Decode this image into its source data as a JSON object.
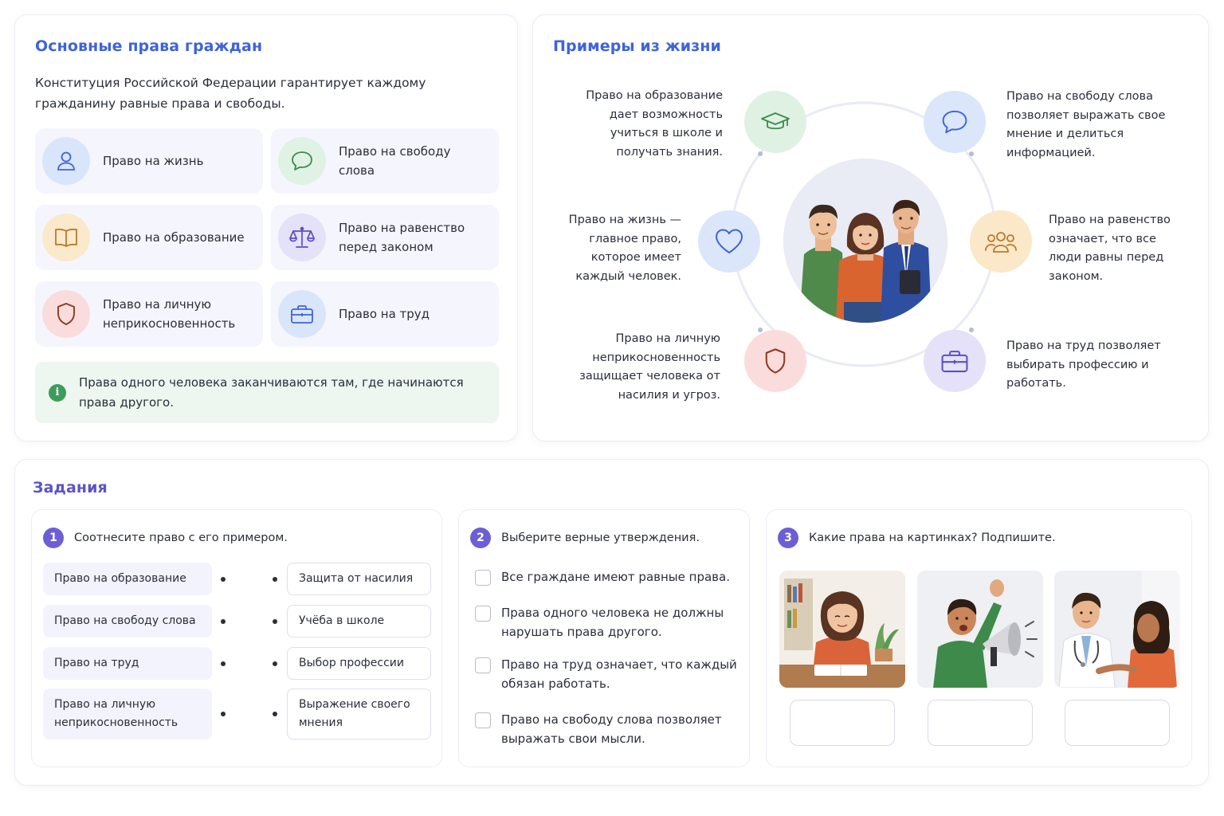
{
  "rights": {
    "title": "Основные права граждан",
    "intro": "Конституция Российской Федерации гарантирует каждому гражданину равные права и свободы.",
    "items": [
      {
        "label": "Право на жизнь",
        "icon": "person-icon",
        "color": "#dbe6fb"
      },
      {
        "label": "Право на свободу слова",
        "icon": "speech-bubble-icon",
        "color": "#e2f3e6"
      },
      {
        "label": "Право на образование",
        "icon": "book-icon",
        "color": "#fcecd2"
      },
      {
        "label": "Право на равенство перед законом",
        "icon": "scales-icon",
        "color": "#e6e2f8"
      },
      {
        "label": "Право на личную неприкосновенность",
        "icon": "shield-icon",
        "color": "#fbdede"
      },
      {
        "label": "Право на труд",
        "icon": "briefcase-icon",
        "color": "#dbe6fb"
      }
    ],
    "note": "Права одного человека заканчиваются там, где начинаются права другого."
  },
  "examples": {
    "title": "Примеры из жизни",
    "items": [
      {
        "text": "Право на образование дает возможность учиться в школе и получать знания.",
        "icon": "graduation-cap-icon"
      },
      {
        "text": "Право на свободу слова позволяет выражать свое мнение и делиться информацией.",
        "icon": "speech-bubble-icon"
      },
      {
        "text": "Право на жизнь — главное право, которое имеет каждый человек.",
        "icon": "heart-icon"
      },
      {
        "text": "Право на равенство означает, что все люди равны перед законом.",
        "icon": "people-icon"
      },
      {
        "text": "Право на личную неприкосновенность защищает человека от насилия и угроз.",
        "icon": "shield-icon"
      },
      {
        "text": "Право на труд позволяет выбирать профессию и работать.",
        "icon": "briefcase-icon"
      }
    ]
  },
  "tasks": {
    "title": "Задания",
    "task1": {
      "num": "1",
      "question": "Соотнесите право с его примером.",
      "left": [
        "Право на образование",
        "Право на свободу слова",
        "Право на труд",
        "Право на личную неприкосновенность"
      ],
      "right": [
        "Защита от насилия",
        "Учёба в школе",
        "Выбор профессии",
        "Выражение своего мнения"
      ]
    },
    "task2": {
      "num": "2",
      "question": "Выберите верные утверждения.",
      "options": [
        "Все граждане имеют равные права.",
        "Права одного человека не должны нарушать права другого.",
        "Право на труд означает, что каждый обязан работать.",
        "Право на свободу слова позволяет выражать свои мысли."
      ]
    },
    "task3": {
      "num": "3",
      "question": "Какие права на картинках? Подпишите."
    }
  }
}
